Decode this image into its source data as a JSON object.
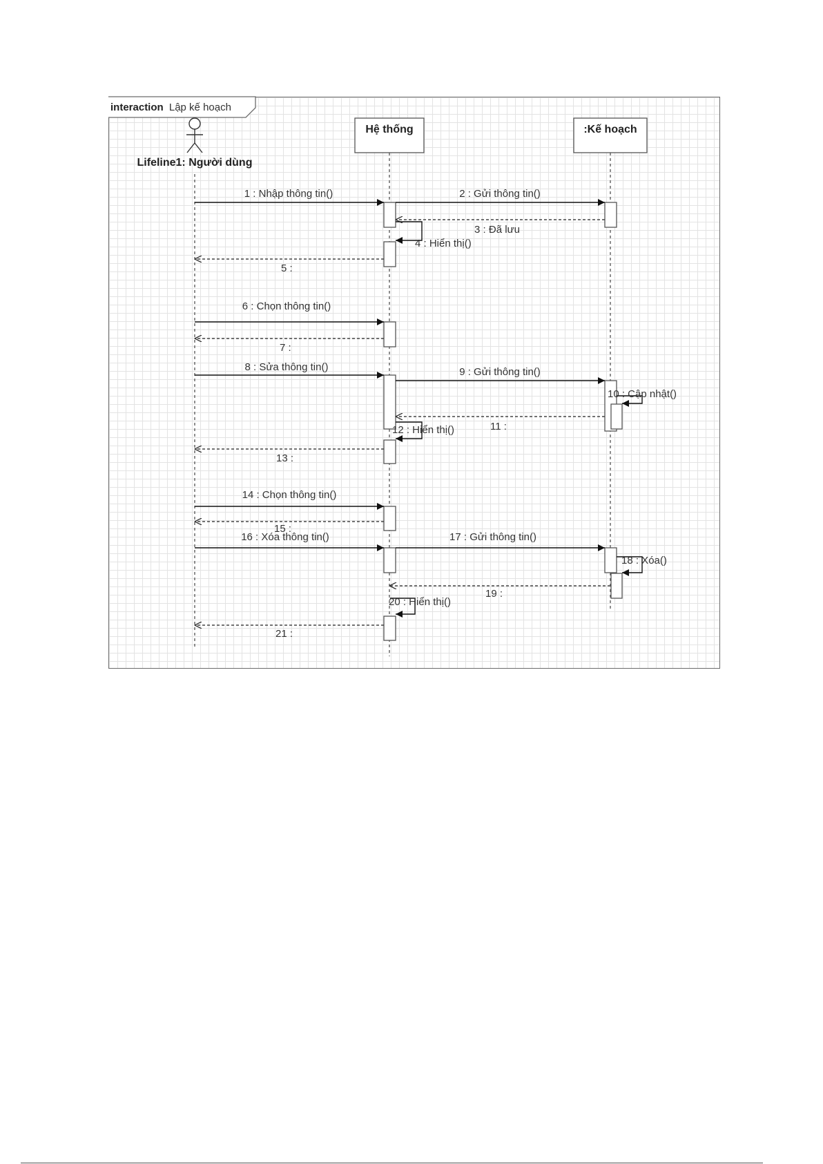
{
  "frame": {
    "keyword": "interaction",
    "name": "Lập kế hoạch"
  },
  "lifelines": {
    "user": "Lifeline1: Người dùng",
    "system": "Hệ thống",
    "plan": ":Kế hoạch"
  },
  "messages": [
    {
      "label": "1 : Nhập thông tin()",
      "from": "user",
      "to": "system",
      "kind": "call"
    },
    {
      "label": "2 : Gửi thông tin()",
      "from": "system",
      "to": "plan",
      "kind": "call"
    },
    {
      "label": "3 : Đã lưu",
      "from": "plan",
      "to": "system",
      "kind": "return"
    },
    {
      "label": "4 : Hiển thị()",
      "from": "system",
      "to": "system",
      "kind": "self"
    },
    {
      "label": "5 :",
      "from": "system",
      "to": "user",
      "kind": "return"
    },
    {
      "label": "6 : Chọn thông tin()",
      "from": "user",
      "to": "system",
      "kind": "call"
    },
    {
      "label": "7 :",
      "from": "system",
      "to": "user",
      "kind": "return"
    },
    {
      "label": "8 : Sửa thông tin()",
      "from": "user",
      "to": "system",
      "kind": "call"
    },
    {
      "label": "9 : Gửi thông tin()",
      "from": "system",
      "to": "plan",
      "kind": "call"
    },
    {
      "label": "10 : Cập nhật()",
      "from": "plan",
      "to": "plan",
      "kind": "self"
    },
    {
      "label": "11 :",
      "from": "plan",
      "to": "system",
      "kind": "return"
    },
    {
      "label": "12 : Hiển thị()",
      "from": "system",
      "to": "system",
      "kind": "self"
    },
    {
      "label": "13 :",
      "from": "system",
      "to": "user",
      "kind": "return"
    },
    {
      "label": "14 : Chọn thông tin()",
      "from": "user",
      "to": "system",
      "kind": "call"
    },
    {
      "label": "15 :",
      "from": "system",
      "to": "user",
      "kind": "return"
    },
    {
      "label": "16 : Xóa thông tin()",
      "from": "user",
      "to": "system",
      "kind": "call"
    },
    {
      "label": "17 : Gửi thông tin()",
      "from": "system",
      "to": "plan",
      "kind": "call"
    },
    {
      "label": "18 : Xóa()",
      "from": "plan",
      "to": "plan",
      "kind": "self"
    },
    {
      "label": "19 :",
      "from": "plan",
      "to": "system",
      "kind": "return"
    },
    {
      "label": "20 : Hiển thị()",
      "from": "system",
      "to": "system",
      "kind": "self"
    },
    {
      "label": "21 :",
      "from": "system",
      "to": "user",
      "kind": "return"
    }
  ]
}
